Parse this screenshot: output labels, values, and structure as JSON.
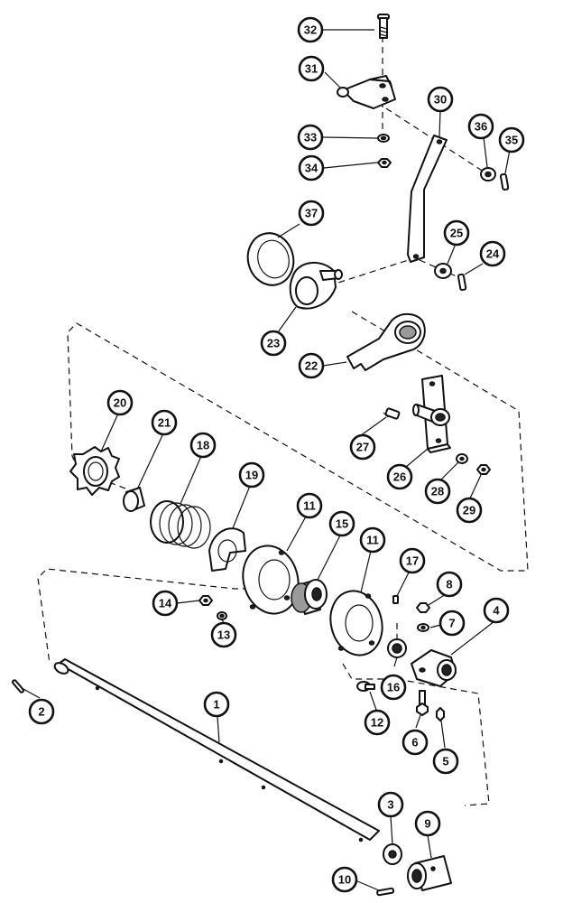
{
  "callouts": [
    {
      "id": "1",
      "label": "1"
    },
    {
      "id": "2",
      "label": "2"
    },
    {
      "id": "3",
      "label": "3"
    },
    {
      "id": "4",
      "label": "4"
    },
    {
      "id": "5",
      "label": "5"
    },
    {
      "id": "6",
      "label": "6"
    },
    {
      "id": "7",
      "label": "7"
    },
    {
      "id": "8",
      "label": "8"
    },
    {
      "id": "9",
      "label": "9"
    },
    {
      "id": "10",
      "label": "10"
    },
    {
      "id": "11a",
      "label": "11"
    },
    {
      "id": "11b",
      "label": "11"
    },
    {
      "id": "12",
      "label": "12"
    },
    {
      "id": "13",
      "label": "13"
    },
    {
      "id": "14",
      "label": "14"
    },
    {
      "id": "15",
      "label": "15"
    },
    {
      "id": "16",
      "label": "16"
    },
    {
      "id": "17",
      "label": "17"
    },
    {
      "id": "18",
      "label": "18"
    },
    {
      "id": "19",
      "label": "19"
    },
    {
      "id": "20",
      "label": "20"
    },
    {
      "id": "21",
      "label": "21"
    },
    {
      "id": "22",
      "label": "22"
    },
    {
      "id": "23",
      "label": "23"
    },
    {
      "id": "24",
      "label": "24"
    },
    {
      "id": "25",
      "label": "25"
    },
    {
      "id": "26",
      "label": "26"
    },
    {
      "id": "27",
      "label": "27"
    },
    {
      "id": "28",
      "label": "28"
    },
    {
      "id": "29",
      "label": "29"
    },
    {
      "id": "30",
      "label": "30"
    },
    {
      "id": "31",
      "label": "31"
    },
    {
      "id": "32",
      "label": "32"
    },
    {
      "id": "33",
      "label": "33"
    },
    {
      "id": "34",
      "label": "34"
    },
    {
      "id": "35",
      "label": "35"
    },
    {
      "id": "36",
      "label": "36"
    },
    {
      "id": "37",
      "label": "37"
    }
  ]
}
